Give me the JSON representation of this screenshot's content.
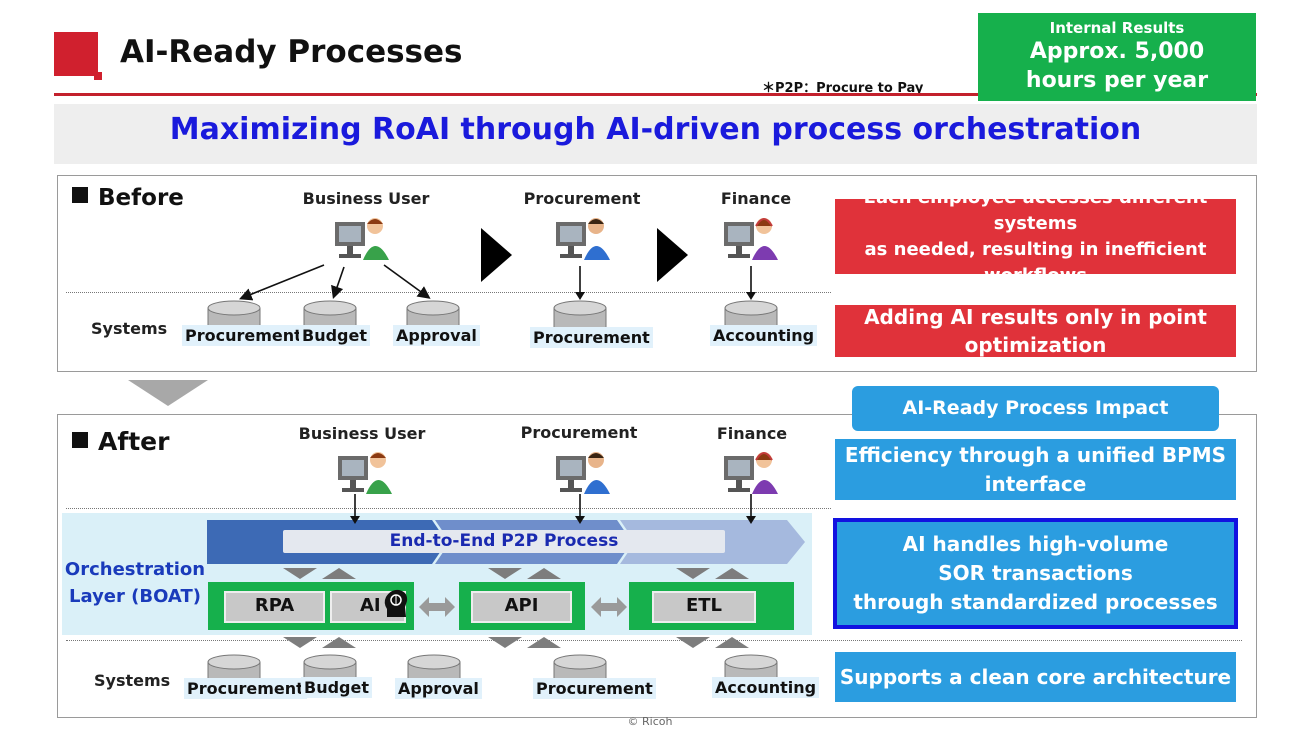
{
  "header": {
    "title": "AI-Ready Processes",
    "footnote": "＊P2P：Procure to Pay",
    "results": {
      "line1": "Internal Results",
      "line2": "Approx. 5,000",
      "line3": "hours per year"
    }
  },
  "banner": "Maximizing RoAI through AI-driven process orchestration",
  "before": {
    "label": "Before",
    "roles": [
      "Business User",
      "Procurement",
      "Finance"
    ],
    "systems_label": "Systems",
    "systems": [
      "Procurement",
      "Budget",
      "Approval",
      "Procurement",
      "Accounting"
    ],
    "callouts": [
      "Each employee accesses different systems as needed, resulting in inefficient workflows",
      "Adding AI results only in point optimization"
    ]
  },
  "after": {
    "label": "After",
    "roles": [
      "Business User",
      "Procurement",
      "Finance"
    ],
    "orchestration_label_1": "Orchestration",
    "orchestration_label_2": "Layer (BOAT)",
    "process_bar": "End-to-End P2P Process",
    "components": [
      "RPA",
      "AI",
      "API",
      "ETL"
    ],
    "systems_label": "Systems",
    "systems": [
      "Procurement",
      "Budget",
      "Approval",
      "Procurement",
      "Accounting"
    ]
  },
  "impact": {
    "title": "AI-Ready Process Impact",
    "items": [
      "Efficiency through a unified BPMS interface",
      "AI handles high-volume SOR transactions through standardized processes",
      "Supports a clean core architecture"
    ],
    "lines": {
      "a1": "Efficiency through a unified BPMS",
      "a2": "interface",
      "b1": "AI handles high-volume",
      "b2": "SOR transactions",
      "b3": "through standardized processes",
      "r1a": "Each employee accesses different systems",
      "r1b": "as needed, resulting in inefficient",
      "r1c": "workflows",
      "r2a": "Adding AI results only in point",
      "r2b": "optimization"
    }
  },
  "copyright": "© Ricoh",
  "colors": {
    "brand_red": "#d0202e",
    "green": "#16b04c",
    "blue": "#2b9de0",
    "banner_blue": "#1a1adc"
  }
}
